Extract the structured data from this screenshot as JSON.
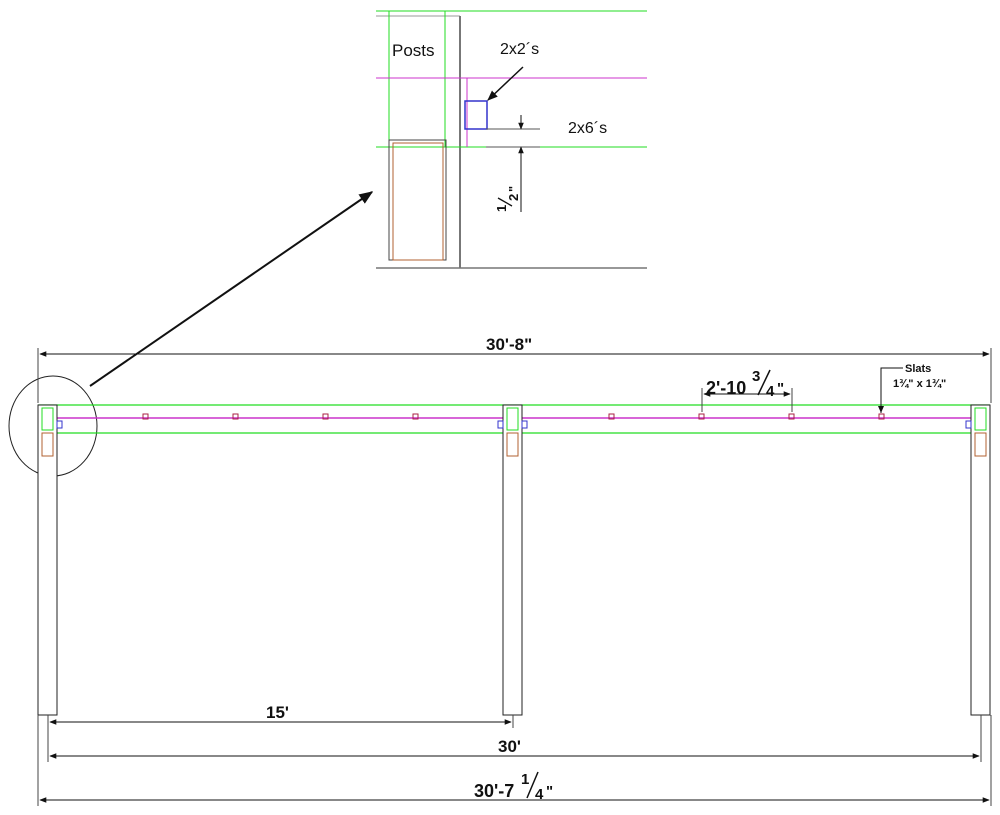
{
  "detail": {
    "posts_label": "Posts",
    "two_by_two_label": "2x2´s",
    "two_by_six_label": "2x6´s",
    "gap_dimension": {
      "numerator": "1",
      "denominator": "2",
      "unit": "\""
    }
  },
  "elevation": {
    "overall_top": "30'-8\"",
    "slat_spacing": {
      "whole": "2'-10",
      "numerator": "3",
      "denominator": "4",
      "unit": "\""
    },
    "slats_label": "Slats",
    "slats_size": "1¾\" x 1¾\"",
    "half_span": "15'",
    "span": "30'",
    "overall_bottom": {
      "whole": "30'-7",
      "numerator": "1",
      "denominator": "4",
      "unit": "\""
    }
  },
  "colors": {
    "beam": "#22dd22",
    "slat_line": "#cc33cc",
    "slat_marker": "#aa2244",
    "block": "#3333cc",
    "post_outline": "#222222",
    "post_inner": "#b06030",
    "dimension": "#111111"
  }
}
